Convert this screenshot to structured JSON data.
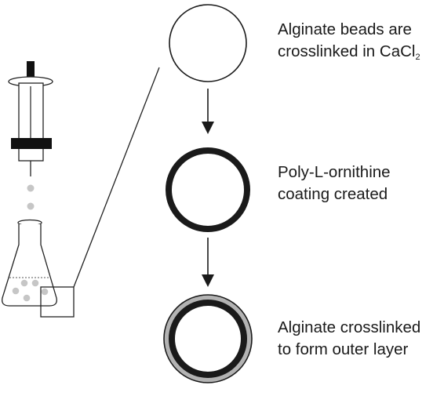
{
  "colors": {
    "ink": "#1a1a1a",
    "droplet": "#c6c6c6",
    "outer_layer": "#b3b3b3"
  },
  "steps": [
    {
      "line1": "Alginate beads are",
      "line2_text": "crosslinked in CaCl",
      "line2_sub": "2"
    },
    {
      "line1": "Poly-L-ornithine",
      "line2_text": "coating created"
    },
    {
      "line1": "Alginate crosslinked",
      "line2_text": "to form outer layer"
    }
  ]
}
